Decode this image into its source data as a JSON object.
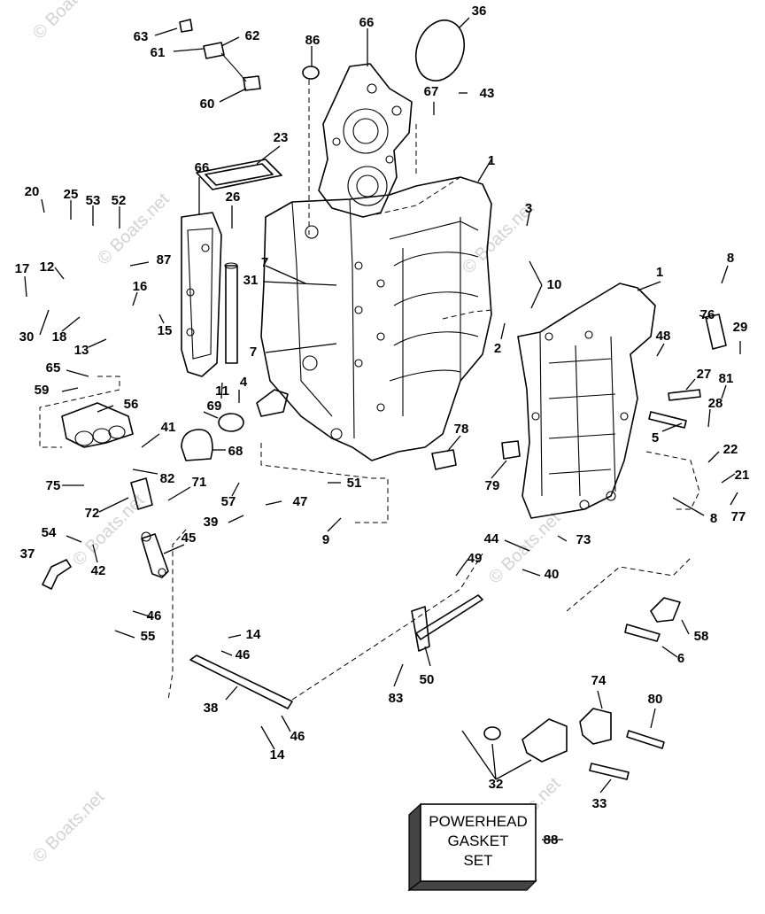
{
  "watermark": "© Boats.net",
  "gasket_box": {
    "lines": [
      "POWERHEAD",
      "GASKET",
      "SET"
    ],
    "callout": "88"
  },
  "callouts": [
    "1",
    "2",
    "3",
    "4",
    "5",
    "6",
    "7",
    "8",
    "9",
    "10",
    "11",
    "12",
    "13",
    "14",
    "15",
    "16",
    "17",
    "18",
    "20",
    "21",
    "22",
    "23",
    "25",
    "26",
    "27",
    "28",
    "29",
    "30",
    "31",
    "32",
    "33",
    "36",
    "37",
    "38",
    "39",
    "40",
    "41",
    "42",
    "43",
    "44",
    "45",
    "46",
    "47",
    "48",
    "49",
    "50",
    "51",
    "52",
    "53",
    "54",
    "55",
    "56",
    "57",
    "58",
    "59",
    "60",
    "61",
    "62",
    "63",
    "65",
    "66",
    "67",
    "68",
    "69",
    "71",
    "72",
    "73",
    "74",
    "75",
    "76",
    "77",
    "78",
    "79",
    "80",
    "81",
    "82",
    "83",
    "86",
    "87"
  ]
}
